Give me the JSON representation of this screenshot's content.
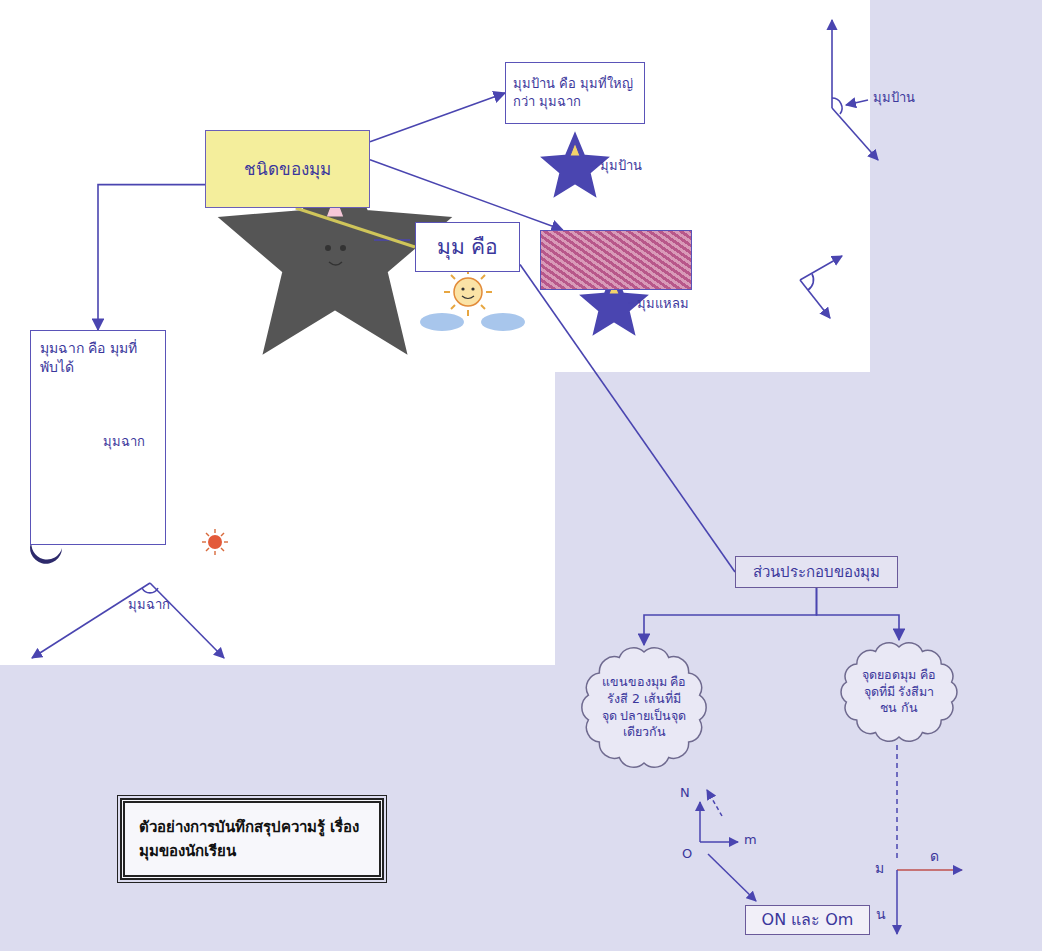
{
  "diagram": {
    "caption": "ตัวอย่างการบันทึกสรุปความรู้ เรื่องมุมของนักเรียน",
    "nodes": [
      {
        "text": [
          "ชนิดของมุม"
        ]
      },
      {
        "text": [
          "มุมป้าน คือ มุมที่ใหญ่ กว่า มุมฉาก"
        ]
      },
      {
        "text": []
      },
      {
        "text": [
          "มุมฉาก คือ มุมที่ พับได้",
          "มุมฉาก"
        ]
      },
      {
        "text": [
          "มุม คือ"
        ]
      },
      {
        "text": [
          "ส่วนประกอบของมุม"
        ]
      },
      {
        "text": [
          "แขนของมุม คือ รังสี 2 เส้นที่มีจุด ปลายเป็นจุด เดียวกัน"
        ]
      },
      {
        "text": [
          "จุดยอดมุม คือ จุดที่มี รังสีมาชน กัน"
        ]
      },
      {
        "text": [
          "ON และ Om"
        ]
      }
    ],
    "edges": [
      {
        "from": 0,
        "to": 1,
        "arrow": "to"
      },
      {
        "from": 0,
        "to": 2,
        "arrow": "to"
      },
      {
        "from": 0,
        "to": 3,
        "arrow": "to"
      },
      {
        "from": 0,
        "to": 4,
        "arrow": "none"
      },
      {
        "from": 4,
        "to": 5,
        "arrow": "none"
      },
      {
        "from": 5,
        "to": 6,
        "arrow": "to"
      },
      {
        "from": 5,
        "to": 7,
        "arrow": "to"
      }
    ],
    "labels": [
      "มุมป้าน",
      "มุมป้าน",
      "มุมแหลม",
      "มุมฉาก",
      "N",
      "O",
      "m",
      "ม",
      "ด",
      "น"
    ]
  }
}
